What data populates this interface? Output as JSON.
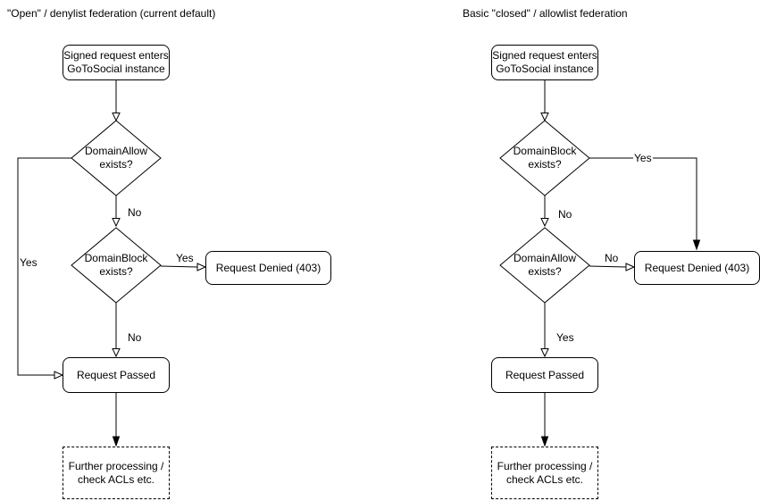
{
  "left": {
    "title": "\"Open\" / denylist federation (current default)",
    "start": "Signed request enters\nGoToSocial instance",
    "decision1": "DomainAllow\nexists?",
    "decision1_no_label": "No",
    "decision1_yes_label": "Yes",
    "decision2": "DomainBlock\nexists?",
    "decision2_yes_label": "Yes",
    "decision2_no_label": "No",
    "denied": "Request Denied (403)",
    "passed": "Request Passed",
    "further": "Further processing /\ncheck ACLs etc."
  },
  "right": {
    "title": "Basic \"closed\" / allowlist federation",
    "start": "Signed request enters\nGoToSocial instance",
    "decision1": "DomainBlock\nexists?",
    "decision1_yes_label": "Yes",
    "decision1_no_label": "No",
    "decision2": "DomainAllow\nexists?",
    "decision2_no_label": "No",
    "decision2_yes_label": "Yes",
    "denied": "Request Denied (403)",
    "passed": "Request Passed",
    "further": "Further processing /\ncheck ACLs etc."
  },
  "colors": {
    "stroke": "#000000",
    "text": "#000000",
    "background": "#ffffff"
  }
}
